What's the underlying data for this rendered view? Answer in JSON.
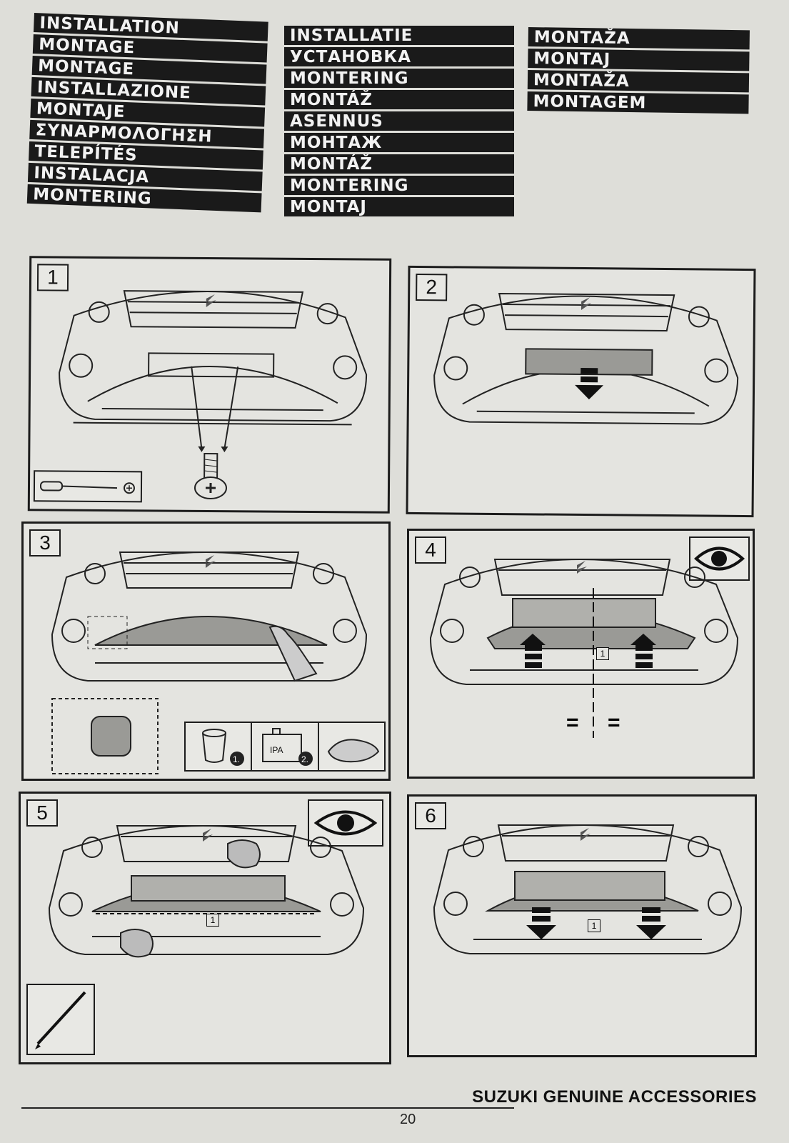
{
  "headings": {
    "column_1": [
      "INSTALLATION",
      "MONTAGE",
      "MONTAGE",
      "INSTALLAZIONE",
      "MONTAJE",
      "ΣΥΝΑΡΜΟΛΟΓΗΣΗ",
      "TELEPÍTÉS",
      "INSTALACJA",
      "MONTERING"
    ],
    "column_2": [
      "INSTALLATIE",
      "УСТАНОВКА",
      "MONTERING",
      "MONTÁŽ",
      "ASENNUS",
      "МОНТАЖ",
      "MONTÁŽ",
      "MONTERING",
      "MONTAJ"
    ],
    "column_3": [
      "MONTAŽA",
      "MONTAJ",
      "MONTAŽA",
      "MONTAGEM"
    ]
  },
  "steps": [
    {
      "number": "1",
      "tool_icons": [
        "screwdriver-icon",
        "phillips-screw-icon"
      ]
    },
    {
      "number": "2",
      "tool_icons": []
    },
    {
      "number": "3",
      "tool_icons": [
        "bucket-icon",
        "ipa-container-icon",
        "cloth-icon"
      ],
      "tool_labels": [
        "1.",
        "IPA",
        "2."
      ]
    },
    {
      "number": "4",
      "tool_icons": [
        "eye-icon"
      ],
      "marker": "1",
      "symmetry": [
        "=",
        "="
      ]
    },
    {
      "number": "5",
      "tool_icons": [
        "eye-icon",
        "pencil-icon"
      ],
      "marker": "1"
    },
    {
      "number": "6",
      "tool_icons": [],
      "marker": "1"
    }
  ],
  "footer": {
    "brand_text": "SUZUKI GENUINE ACCESSORIES",
    "page_number": "20"
  }
}
